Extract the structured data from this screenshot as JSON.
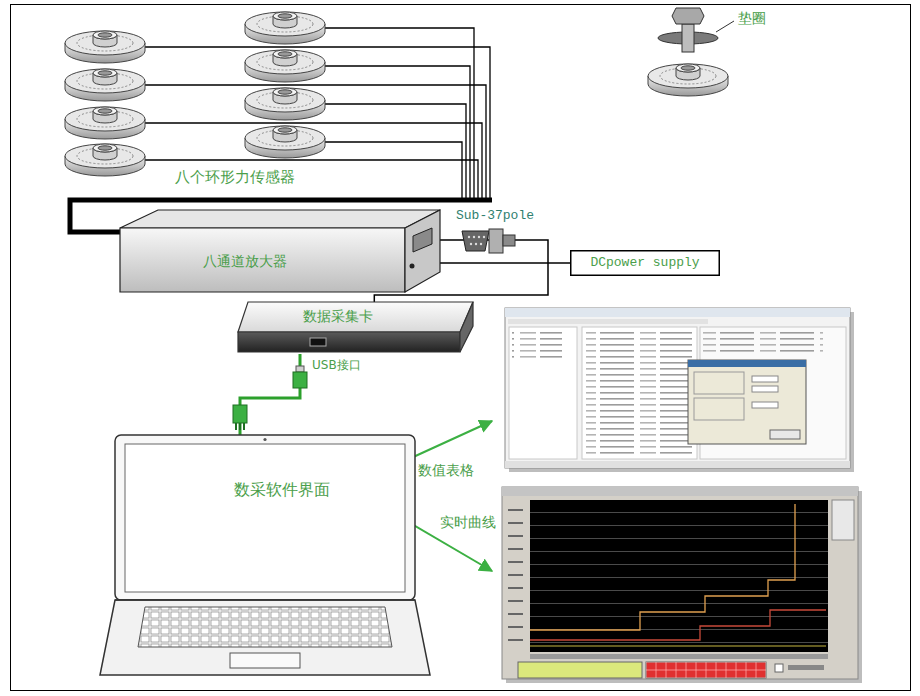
{
  "diagram": {
    "nodes": [
      {
        "text": [
          "八通道放大器"
        ]
      },
      {
        "text": [
          "DCpower supply"
        ]
      },
      {
        "text": [
          "数据采集卡"
        ]
      },
      {
        "text": [
          "数采软件界面"
        ]
      }
    ],
    "edges": [
      {
        "from": 0,
        "to": 1,
        "arrow": "none"
      },
      {
        "from": 0,
        "to": 2,
        "arrow": "none"
      },
      {
        "from": 2,
        "to": 3,
        "arrow": "none"
      }
    ],
    "labels": [
      "八个环形力传感器",
      "垫圈",
      "Sub-37pole",
      "USB接口",
      "数值表格",
      "实时曲线"
    ]
  }
}
